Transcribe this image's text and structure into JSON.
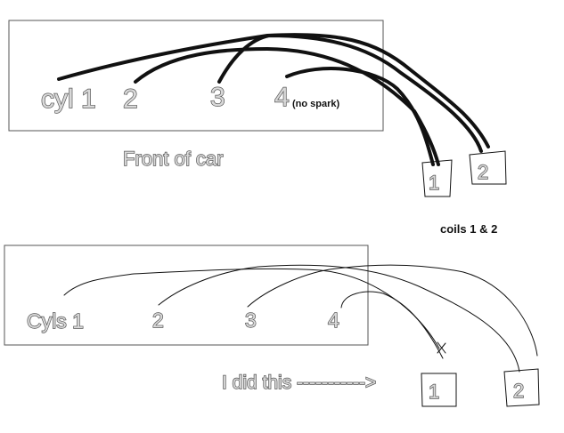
{
  "top": {
    "cylinders": [
      "cyl 1",
      "2",
      "3",
      "4"
    ],
    "note": "(no spark)",
    "caption": "Front of car",
    "coils": [
      "1",
      "2"
    ],
    "coils_label": "coils 1 & 2"
  },
  "bottom": {
    "cylinders": [
      "Cyls 1",
      "2",
      "3",
      "4"
    ],
    "arrow_text": "I did this ----------->",
    "coils": [
      "1",
      "2"
    ]
  },
  "colors": {
    "outline": "#555555",
    "label_fill": "#d9d9d9",
    "wire": "#111111"
  }
}
